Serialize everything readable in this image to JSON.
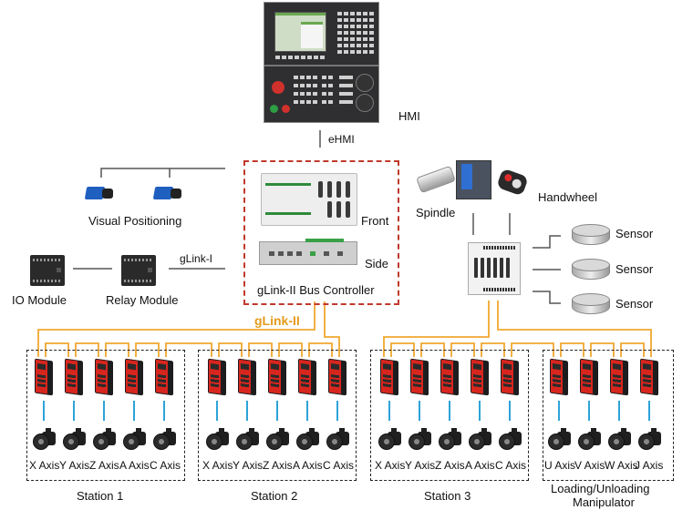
{
  "colors": {
    "bus_gLink_II": "#f0a830",
    "bus_label": "#e39b1d",
    "controller_border": "#c0392b",
    "servo_link": "#2ea3d8",
    "servo_drive": "#d7261e",
    "camera": "#1f5fbf"
  },
  "hmi": {
    "label": "HMI",
    "link_label": "eHMI",
    "icon": "cnc-hmi-panel-icon"
  },
  "controller": {
    "title": "gLink-II Bus Controller",
    "front_label": "Front",
    "side_label": "Side"
  },
  "peripherals": {
    "visual_positioning": {
      "label": "Visual Positioning",
      "icon": "industrial-camera-icon"
    },
    "io_module": {
      "label": "IO Module",
      "icon": "plc-module-icon"
    },
    "relay_module": {
      "label": "Relay Module",
      "icon": "plc-module-icon"
    },
    "glink_i_label": "gLink-I",
    "spindle": {
      "label": "Spindle",
      "icon": "spindle-icon"
    },
    "handwheel": {
      "label": "Handwheel",
      "icon": "handwheel-pendant-icon"
    },
    "sensors": [
      {
        "label": "Sensor"
      },
      {
        "label": "Sensor"
      },
      {
        "label": "Sensor"
      }
    ]
  },
  "bus": {
    "label": "gLink-II"
  },
  "stations": [
    {
      "name": "Station 1",
      "axes": [
        "X Axis",
        "Y Axis",
        "Z Axis",
        "A Axis",
        "C Axis"
      ]
    },
    {
      "name": "Station 2",
      "axes": [
        "X Axis",
        "Y Axis",
        "Z Axis",
        "A Axis",
        "C Axis"
      ]
    },
    {
      "name": "Station 3",
      "axes": [
        "X Axis",
        "Y Axis",
        "Z Axis",
        "A Axis",
        "C Axis"
      ]
    },
    {
      "name": "Loading/Unloading Manipulator",
      "name_line1": "Loading/Unloading",
      "name_line2": "Manipulator",
      "axes": [
        "U Axis",
        "V Axis",
        "W Axis",
        "J Axis"
      ]
    }
  ]
}
